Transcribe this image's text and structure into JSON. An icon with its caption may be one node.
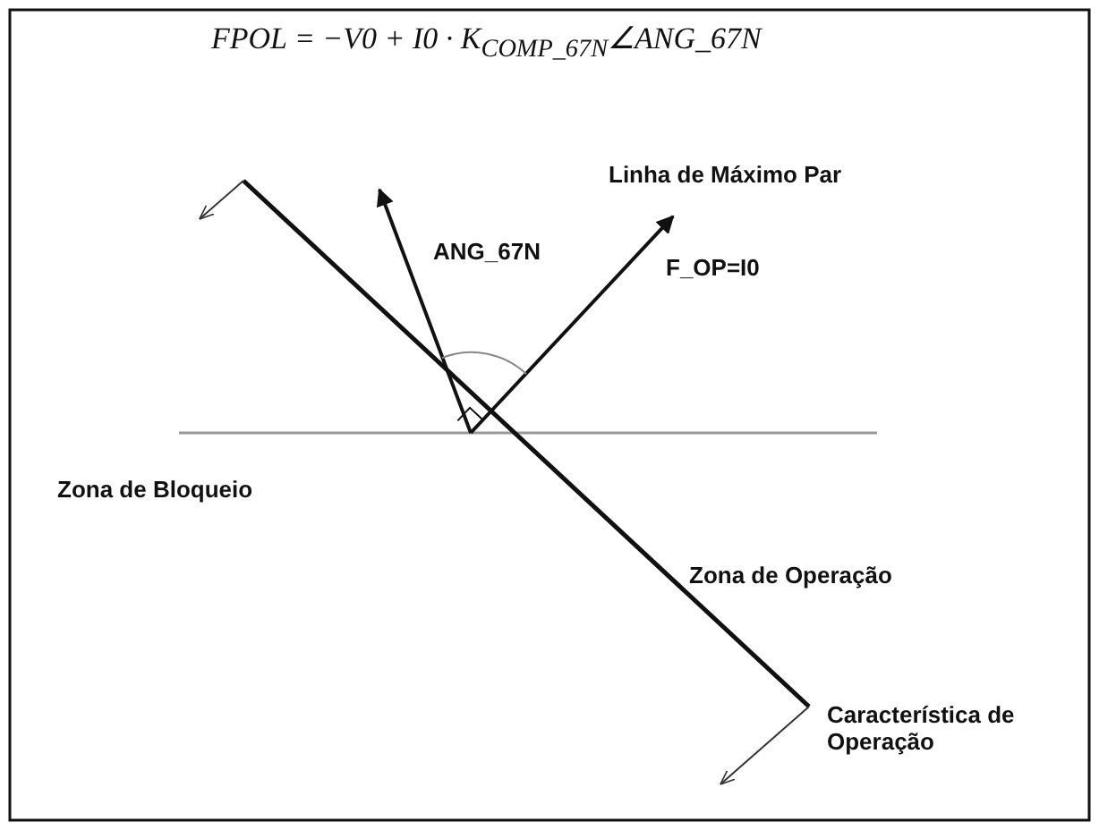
{
  "diagram": {
    "labels": [
      "FPOL = −V0 + I0 · K$_{COMP_67N}$∠ANG_67N",
      "Linha de Máximo Par",
      "ANG_67N",
      "F_OP=I0",
      "Zona de Bloqueio",
      "Zona de Operação",
      "Característica de Operação"
    ]
  }
}
